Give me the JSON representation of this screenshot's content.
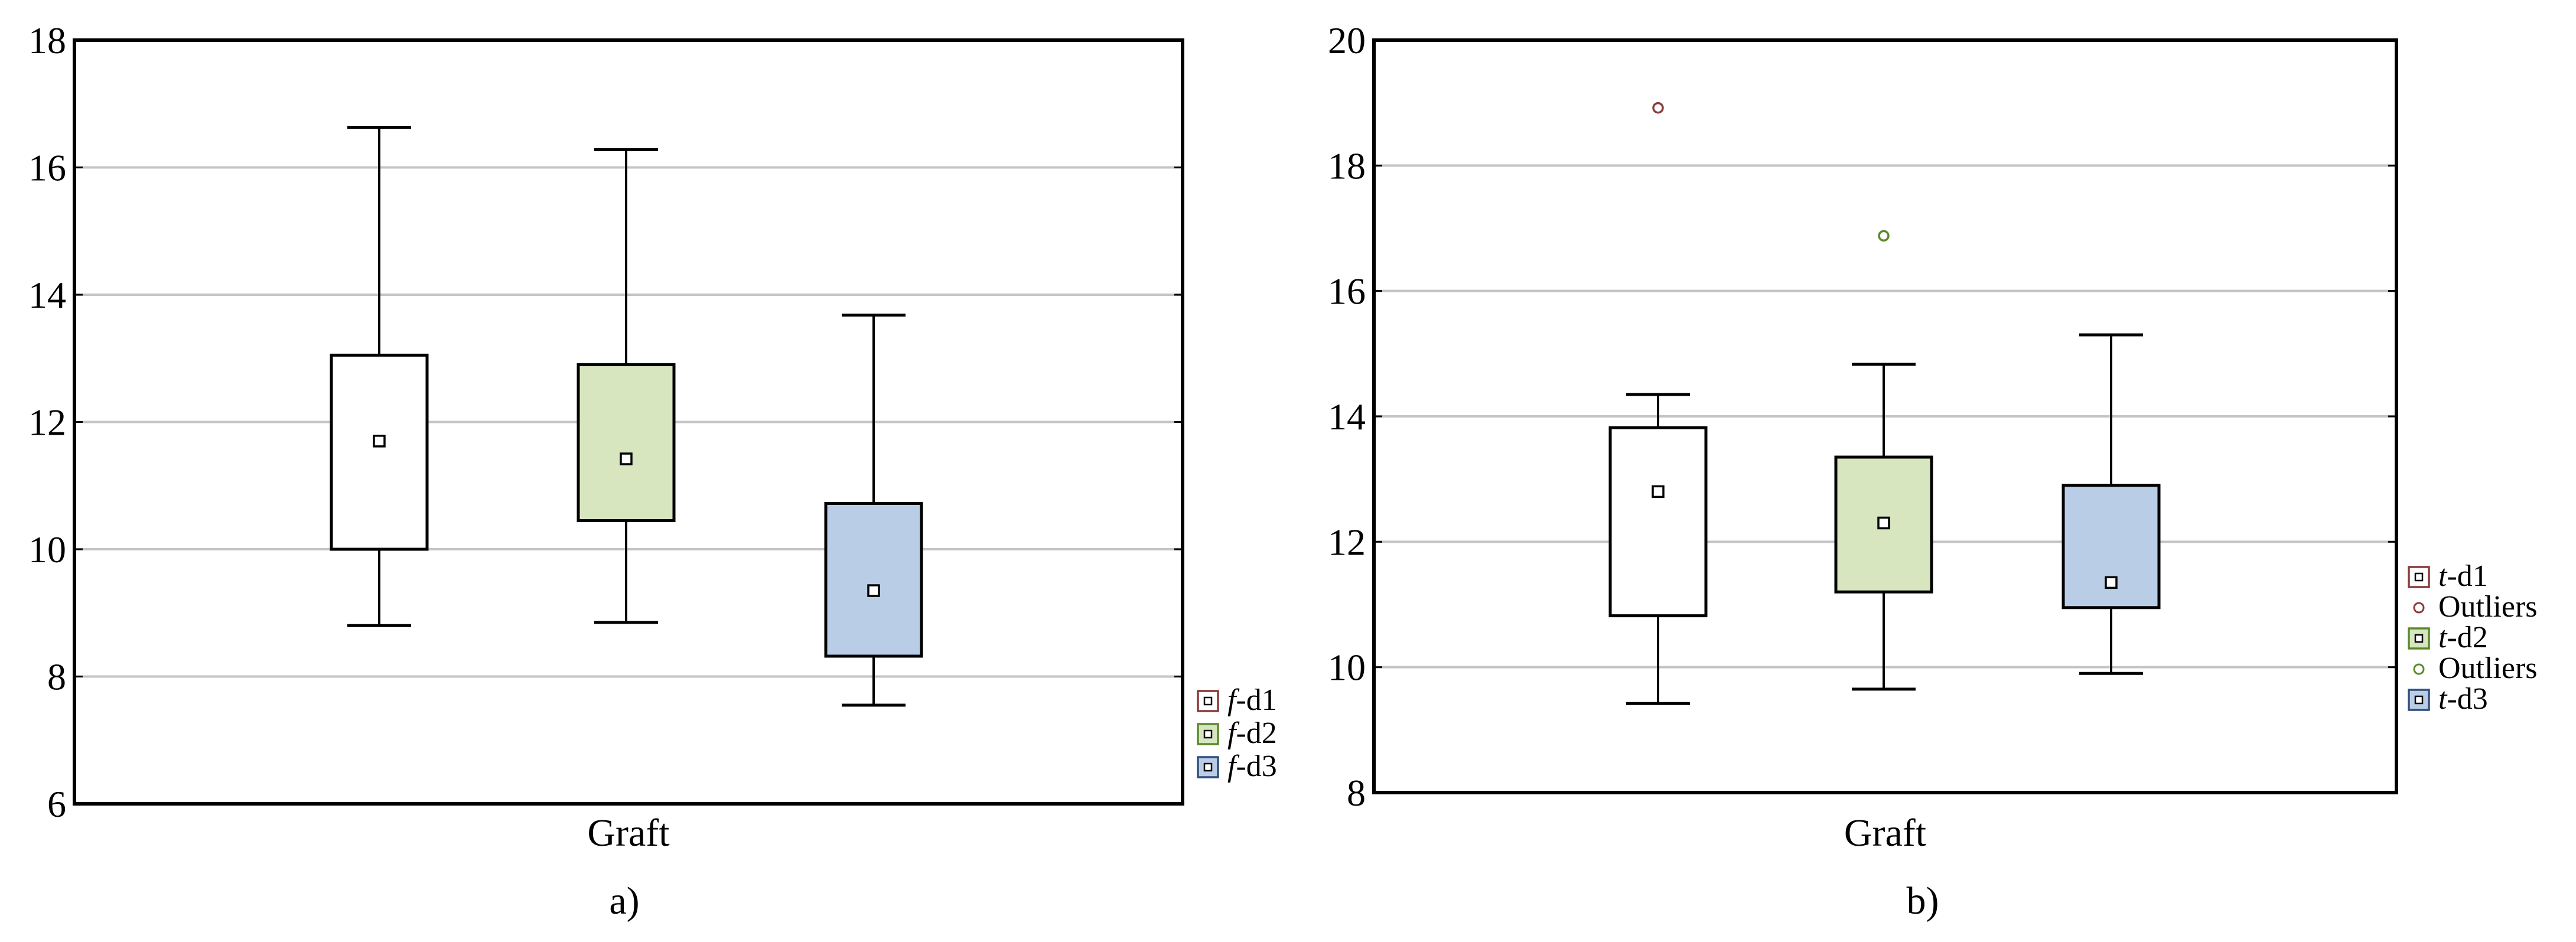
{
  "chart_data": [
    {
      "type": "box",
      "panel_label": "a)",
      "xlabel": "Graft",
      "ylim": [
        6,
        18
      ],
      "yticks": [
        6,
        8,
        10,
        12,
        14,
        16,
        18
      ],
      "grid": true,
      "legend_position": "bottom-right-outside",
      "series": [
        {
          "name": "f-d1",
          "name_italic": "f",
          "name_rest": "-d1",
          "color": "#ffffff",
          "marker_color": "#8b3a3a",
          "whisker_low": 8.8,
          "q1": 10.0,
          "mean": 11.7,
          "q3": 13.05,
          "whisker_high": 16.63,
          "outliers": []
        },
        {
          "name": "f-d2",
          "name_italic": "f",
          "name_rest": "-d2",
          "color": "#d8e6c0",
          "marker_color": "#5a8a2a",
          "whisker_low": 8.85,
          "q1": 10.45,
          "mean": 11.42,
          "q3": 12.9,
          "whisker_high": 16.28,
          "outliers": []
        },
        {
          "name": "f-d3",
          "name_italic": "f",
          "name_rest": "-d3",
          "color": "#b9cde6",
          "marker_color": "#2f4f7f",
          "whisker_low": 7.55,
          "q1": 8.32,
          "mean": 9.35,
          "q3": 10.72,
          "whisker_high": 13.68,
          "outliers": []
        }
      ]
    },
    {
      "type": "box",
      "panel_label": "b)",
      "xlabel": "Graft",
      "ylim": [
        8,
        20
      ],
      "yticks": [
        8,
        10,
        12,
        14,
        16,
        18,
        20
      ],
      "grid": true,
      "legend_position": "bottom-right-outside",
      "outlier_label": "Outliers",
      "series": [
        {
          "name": "t-d1",
          "name_italic": "t",
          "name_rest": "-d1",
          "color": "#ffffff",
          "marker_color": "#8b3a3a",
          "whisker_low": 9.42,
          "q1": 10.82,
          "mean": 12.8,
          "q3": 13.82,
          "whisker_high": 14.35,
          "outliers": [
            18.92
          ]
        },
        {
          "name": "t-d2",
          "name_italic": "t",
          "name_rest": "-d2",
          "color": "#d8e6c0",
          "marker_color": "#5a8a2a",
          "whisker_low": 9.65,
          "q1": 11.2,
          "mean": 12.3,
          "q3": 13.35,
          "whisker_high": 14.83,
          "outliers": [
            16.88
          ]
        },
        {
          "name": "t-d3",
          "name_italic": "t",
          "name_rest": "-d3",
          "color": "#b9cde6",
          "marker_color": "#2f4f7f",
          "whisker_low": 9.9,
          "q1": 10.95,
          "mean": 11.35,
          "q3": 12.9,
          "whisker_high": 15.3,
          "outliers": []
        }
      ]
    }
  ]
}
